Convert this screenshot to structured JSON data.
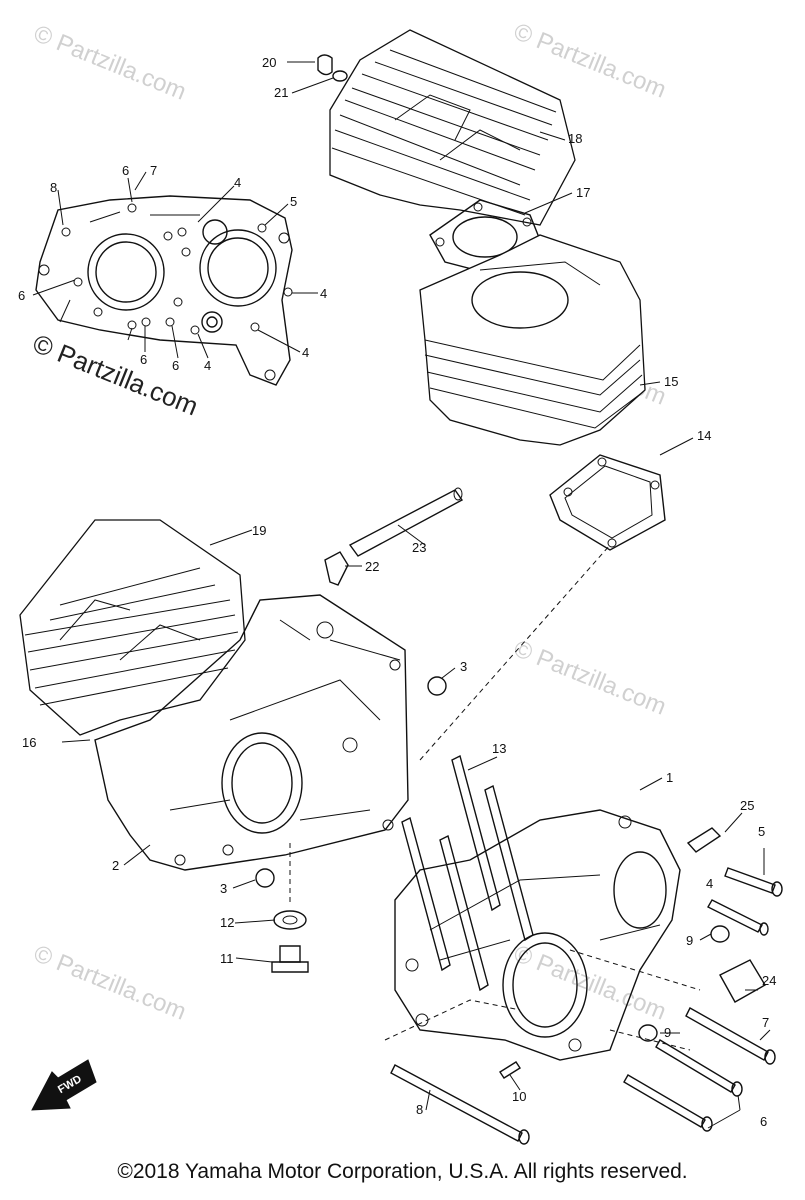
{
  "diagram": {
    "callouts": {
      "c1": "1",
      "c2": "2",
      "c3a": "3",
      "c3b": "3",
      "c4a": "4",
      "c4b": "4",
      "c4c": "4",
      "c4d": "4",
      "c4e": "4",
      "c5a": "5",
      "c5b": "5",
      "c6a": "6",
      "c6b": "6",
      "c6c": "6",
      "c6d": "6",
      "c6e": "6",
      "c7a": "7",
      "c7b": "7",
      "c8a": "8",
      "c8b": "8",
      "c9a": "9",
      "c9b": "9",
      "c10": "10",
      "c11": "11",
      "c12": "12",
      "c13": "13",
      "c14": "14",
      "c15": "15",
      "c16": "16",
      "c17": "17",
      "c18": "18",
      "c19": "19",
      "c20": "20",
      "c21": "21",
      "c22": "22",
      "c23": "23",
      "c24": "24",
      "c25": "25"
    },
    "fwd_label": "FWD"
  },
  "watermarks": {
    "main": "© Partzilla.com",
    "faint": "© Partzilla.com"
  },
  "footer": {
    "copyright": "©2018  Yamaha Motor Corporation, U.S.A. All rights reserved."
  }
}
